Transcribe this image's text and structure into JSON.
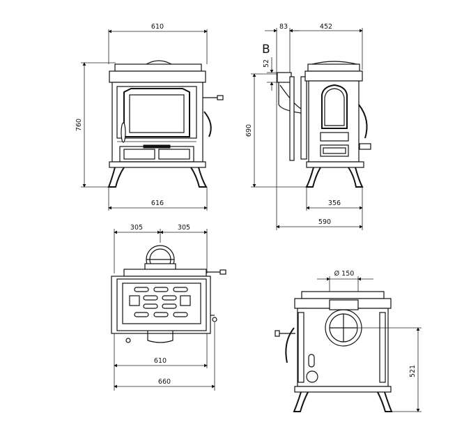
{
  "front_view": {
    "width_top": "610",
    "height": "760",
    "width_legs": "616"
  },
  "side_view": {
    "offset": "83",
    "top_depth": "452",
    "label": "B",
    "flue_height": "52",
    "height": "690",
    "leg_depth": "356",
    "total_depth": "590"
  },
  "top_view": {
    "left_half": "305",
    "right_half": "305",
    "body_width": "610",
    "total_width": "660"
  },
  "rear_view": {
    "flue_diameter": "Ø 150",
    "flue_height": "521"
  }
}
